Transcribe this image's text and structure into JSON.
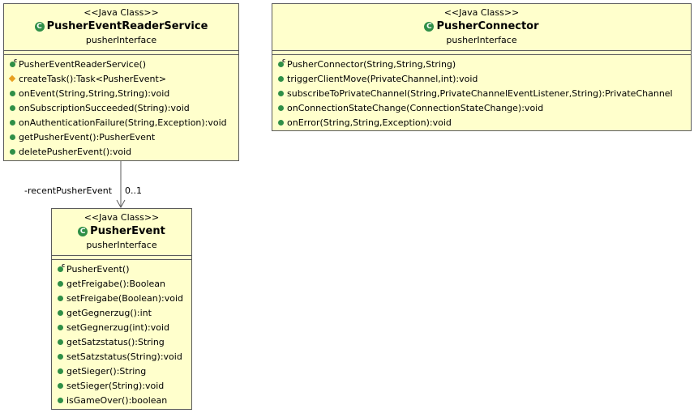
{
  "classes": {
    "reader": {
      "stereotype": "<<Java Class>>",
      "name": "PusherEventReaderService",
      "package": "pusherInterface",
      "operations": [
        {
          "text": "PusherEventReaderService()",
          "icon": "constructor"
        },
        {
          "text": "createTask():Task<PusherEvent>",
          "icon": "protected"
        },
        {
          "text": "onEvent(String,String,String):void",
          "icon": "public"
        },
        {
          "text": "onSubscriptionSucceeded(String):void",
          "icon": "public"
        },
        {
          "text": "onAuthenticationFailure(String,Exception):void",
          "icon": "public"
        },
        {
          "text": "getPusherEvent():PusherEvent",
          "icon": "public"
        },
        {
          "text": "deletePusherEvent():void",
          "icon": "public"
        }
      ]
    },
    "connector": {
      "stereotype": "<<Java Class>>",
      "name": "PusherConnector",
      "package": "pusherInterface",
      "operations": [
        {
          "text": "PusherConnector(String,String,String)",
          "icon": "constructor"
        },
        {
          "text": "triggerClientMove(PrivateChannel,int):void",
          "icon": "public"
        },
        {
          "text": "subscribeToPrivateChannel(String,PrivateChannelEventListener,String):PrivateChannel",
          "icon": "public"
        },
        {
          "text": "onConnectionStateChange(ConnectionStateChange):void",
          "icon": "public"
        },
        {
          "text": "onError(String,String,Exception):void",
          "icon": "public"
        }
      ]
    },
    "event": {
      "stereotype": "<<Java Class>>",
      "name": "PusherEvent",
      "package": "pusherInterface",
      "operations": [
        {
          "text": "PusherEvent()",
          "icon": "constructor"
        },
        {
          "text": "getFreigabe():Boolean",
          "icon": "public"
        },
        {
          "text": "setFreigabe(Boolean):void",
          "icon": "public"
        },
        {
          "text": "getGegnerzug():int",
          "icon": "public"
        },
        {
          "text": "setGegnerzug(int):void",
          "icon": "public"
        },
        {
          "text": "getSatzstatus():String",
          "icon": "public"
        },
        {
          "text": "setSatzstatus(String):void",
          "icon": "public"
        },
        {
          "text": "getSieger():String",
          "icon": "public"
        },
        {
          "text": "setSieger(String):void",
          "icon": "public"
        },
        {
          "text": "isGameOver():boolean",
          "icon": "public"
        }
      ]
    }
  },
  "association": {
    "role": "-recentPusherEvent",
    "multiplicity": "0..1"
  },
  "colors": {
    "box_fill": "#ffffcc",
    "border": "#5b5b5b",
    "public_icon": "#2f8f47",
    "protected_icon": "#e8a020"
  }
}
